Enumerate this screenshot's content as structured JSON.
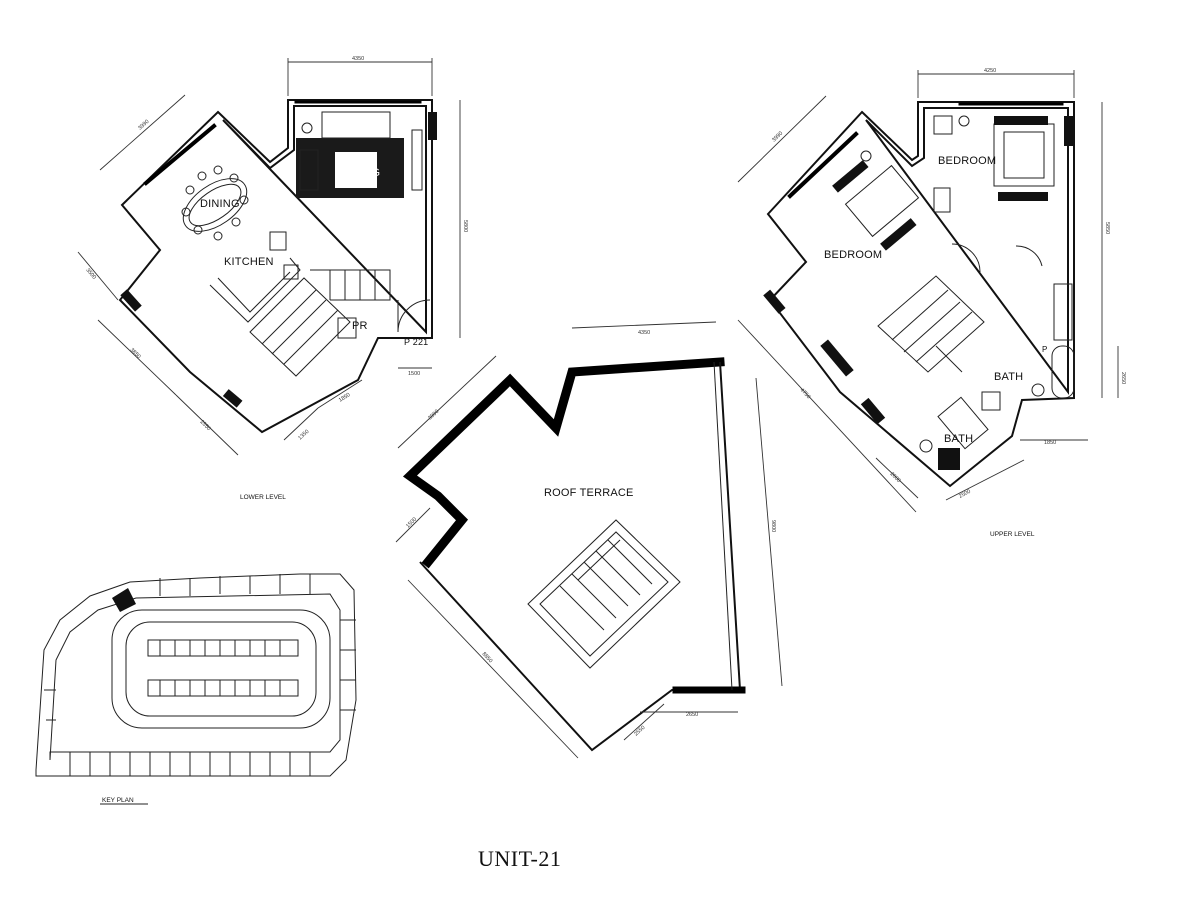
{
  "rooms": {
    "living": "LIVING",
    "dining": "DINING",
    "kitchen": "KITCHEN",
    "powder": "PR",
    "bedroom1": "BEDROOM",
    "bedroom2": "BEDROOM",
    "bath1": "BATH",
    "bath2": "BATH",
    "roof_terrace": "ROOF TERRACE"
  },
  "captions": {
    "lower_level": "LOWER LEVEL",
    "upper_level": "UPPER LEVEL",
    "key_plan": "KEY PLAN"
  },
  "tags": {
    "lower_p": "P 221",
    "upper_p": "P"
  },
  "dimensions": {
    "lower_top": "4350",
    "lower_left_top": "3990",
    "lower_right": "5800",
    "lower_left_mid": "3500",
    "lower_left_low": "3850",
    "lower_bottom_a": "2550",
    "lower_bottom_b": "1350",
    "lower_bottom_c": "1850",
    "lower_bottom_d": "1500",
    "upper_top": "4250",
    "upper_left_top": "3990",
    "upper_right": "5850",
    "upper_left_low": "4750",
    "upper_right_low": "2650",
    "upper_bottom_a": "2500",
    "upper_bottom_b": "1850",
    "upper_bottom_c": "2000",
    "roof_top": "4350",
    "roof_left_top": "3990",
    "roof_left_small": "1500",
    "roof_right": "9800",
    "roof_left_low": "8850",
    "roof_bottom_a": "2650",
    "roof_bottom_b": "2550"
  },
  "unit_title": "UNIT-21",
  "colors": {
    "line": "#111111",
    "background": "#ffffff"
  }
}
